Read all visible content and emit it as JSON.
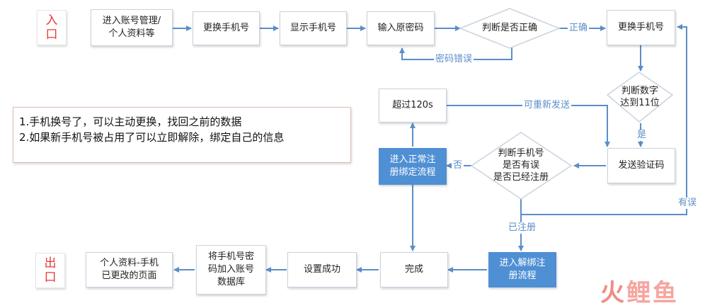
{
  "tags": {
    "entry": "入\n口",
    "exit": "出\n口"
  },
  "nodes": {
    "account_manage": "进入账号管理/\n个人资料等",
    "change_phone_1": "更换手机号",
    "show_phone": "显示手机号",
    "input_password": "输入原密码",
    "check_password": "判断是否正确",
    "change_phone_2": "更换手机号",
    "check_digits": "判断数字\n达到11位",
    "send_code": "发送验证码",
    "check_phone": "判断手机号\n是否有误\n是否已经注册",
    "timeout": "超过120s",
    "normal_bind": "进入正常注\n册绑定流程",
    "unbind_flow": "进入解绑注\n册流程",
    "done": "完成",
    "set_success": "设置成功",
    "add_to_db": "将手机号密\n码加入账号\n数据库",
    "profile_changed": "个人资料-手机\n已更改的页面"
  },
  "edge_labels": {
    "correct": "正确",
    "wrong_password": "密码错误",
    "resend": "可重新发送",
    "yes": "是",
    "no": "否",
    "registered": "已注册",
    "error": "有误"
  },
  "note": {
    "line1": "1.手机换号了，可以主动更换，找回之前的数据",
    "line2": "2.如果新手机号被占用了可以立即解除，绑定自己的信息"
  },
  "watermark": {
    "part1": "火",
    "part2": "鲤鱼"
  },
  "colors": {
    "arrow": "#5a8ec8",
    "blue_box": "#4f8fd4",
    "tag_text": "#e53935"
  }
}
